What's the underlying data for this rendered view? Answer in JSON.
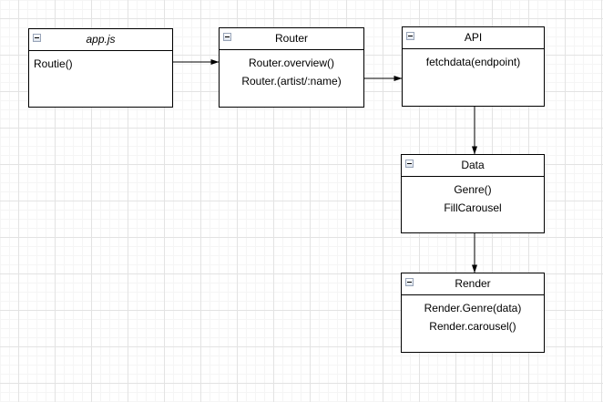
{
  "canvas": {
    "background": "#ffffff",
    "grid_minor_color": "#f5f5f5",
    "grid_major_color": "#e3e3e3",
    "stroke_color": "#000000",
    "collapse_icon_border": "#98a4b8"
  },
  "nodes": [
    {
      "id": "app-js",
      "title": "app.js",
      "title_style": "italic",
      "lines": [
        "Routie()"
      ],
      "align": "left"
    },
    {
      "id": "router",
      "title": "Router",
      "lines": [
        "Router.overview()",
        "Router.(artist/:name)"
      ],
      "align": "center"
    },
    {
      "id": "api",
      "title": "API",
      "lines": [
        "fetchdata(endpoint)"
      ],
      "align": "center"
    },
    {
      "id": "data",
      "title": "Data",
      "lines": [
        "Genre()",
        "FillCarousel"
      ],
      "align": "center"
    },
    {
      "id": "render",
      "title": "Render",
      "lines": [
        "Render.Genre(data)",
        "Render.carousel()"
      ],
      "align": "center"
    }
  ],
  "connectors": [
    {
      "from": "app-js",
      "to": "router",
      "style": "arrow"
    },
    {
      "from": "router",
      "to": "api",
      "style": "arrow"
    },
    {
      "from": "api",
      "to": "data",
      "style": "arrow"
    },
    {
      "from": "data",
      "to": "render",
      "style": "arrow"
    }
  ]
}
